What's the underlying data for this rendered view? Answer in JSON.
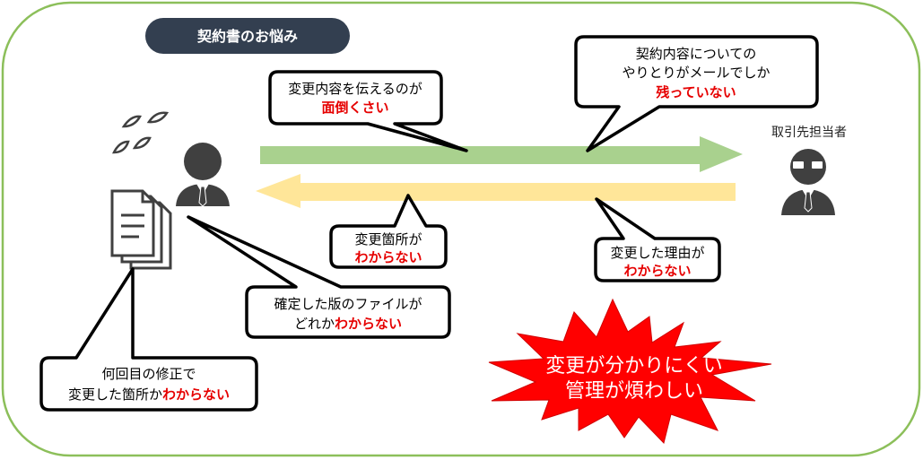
{
  "header": {
    "label": "契約書のお悩み"
  },
  "counterparty": {
    "label": "取引先担当者"
  },
  "bubbles": {
    "tell": {
      "line1": "変更内容を伝えるのが",
      "line2": "面倒くさい"
    },
    "record": {
      "line1": "契約内容についての",
      "line2": "やりとりがメールでしか",
      "line3": "残っていない"
    },
    "spot": {
      "line1": "変更箇所が",
      "line2": "わからない"
    },
    "reason": {
      "line1": "変更した理由が",
      "line2": "わからない"
    },
    "final": {
      "line1": "確定した版のファイルが",
      "line2a": "どれか",
      "line2b": "わからない"
    },
    "revision": {
      "line1": "何回目の修正で",
      "line2a": "変更した箇所か",
      "line2b": "わからない"
    }
  },
  "burst": {
    "line1": "変更が分かりにくい",
    "line2": "管理が煩わしい"
  },
  "colors": {
    "frame": "#8cbf5a",
    "badge": "#333f50",
    "arrow_right": "#a9d18e",
    "arrow_left": "#ffe699",
    "emphasis": "#e60000",
    "burst": "#ff0000",
    "icon": "#404040"
  },
  "icons": {
    "user": "person-icon",
    "counterparty": "person-with-glasses-icon",
    "documents": "document-stack-icon",
    "sweat": "sweat-drops-icon"
  }
}
